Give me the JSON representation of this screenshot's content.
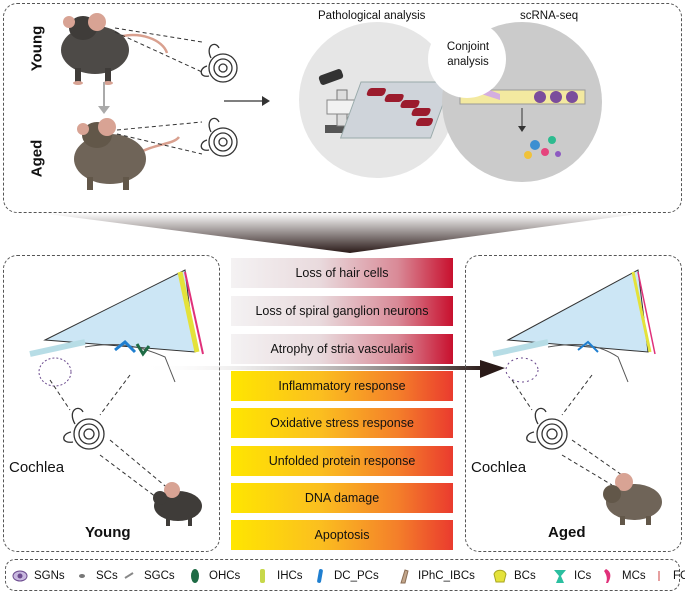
{
  "top": {
    "young_label": "Young",
    "aged_label": "Aged",
    "pathology_title": "Pathological analysis",
    "scrna_title": "scRNA-seq",
    "conjoint": "Conjoint analysis"
  },
  "bars": [
    {
      "label": "Loss of hair cells",
      "style": "grey"
    },
    {
      "label": "Loss of spiral ganglion neurons",
      "style": "grey"
    },
    {
      "label": "Atrophy of stria vascularis",
      "style": "grey"
    },
    {
      "label": "Inflammatory response",
      "style": "yellow"
    },
    {
      "label": "Oxidative stress response",
      "style": "yellow"
    },
    {
      "label": "Unfolded protein response",
      "style": "yellow"
    },
    {
      "label": "DNA damage",
      "style": "yellow"
    },
    {
      "label": "Apoptosis",
      "style": "yellow"
    }
  ],
  "left_panel": {
    "cochlea": "Cochlea",
    "age": "Young"
  },
  "right_panel": {
    "cochlea": "Cochlea",
    "age": "Aged"
  },
  "legend": [
    {
      "label": "SGNs",
      "color": "#6b4a8e",
      "icon": "sgn-cell-icon"
    },
    {
      "label": "SCs",
      "color": "#777777",
      "icon": "sc-cell-icon"
    },
    {
      "label": "SGCs",
      "color": "#888888",
      "icon": "sgc-cell-icon"
    },
    {
      "label": "OHCs",
      "color": "#1e6b45",
      "icon": "ohc-cell-icon"
    },
    {
      "label": "IHCs",
      "color": "#c7d84a",
      "icon": "ihc-cell-icon"
    },
    {
      "label": "DC_PCs",
      "color": "#1f7fd0",
      "icon": "dcpc-cell-icon"
    },
    {
      "label": "IPhC_IBCs",
      "color": "#c2a58a",
      "icon": "iphc-cell-icon"
    },
    {
      "label": "BCs",
      "color": "#e4e23a",
      "icon": "bc-cell-icon"
    },
    {
      "label": "ICs",
      "color": "#2bbfa0",
      "icon": "ic-cell-icon"
    },
    {
      "label": "MCs",
      "color": "#e0317a",
      "icon": "mc-cell-icon"
    },
    {
      "label": "FCs",
      "color": "#e6a0a0",
      "icon": "fc-cell-icon"
    }
  ]
}
